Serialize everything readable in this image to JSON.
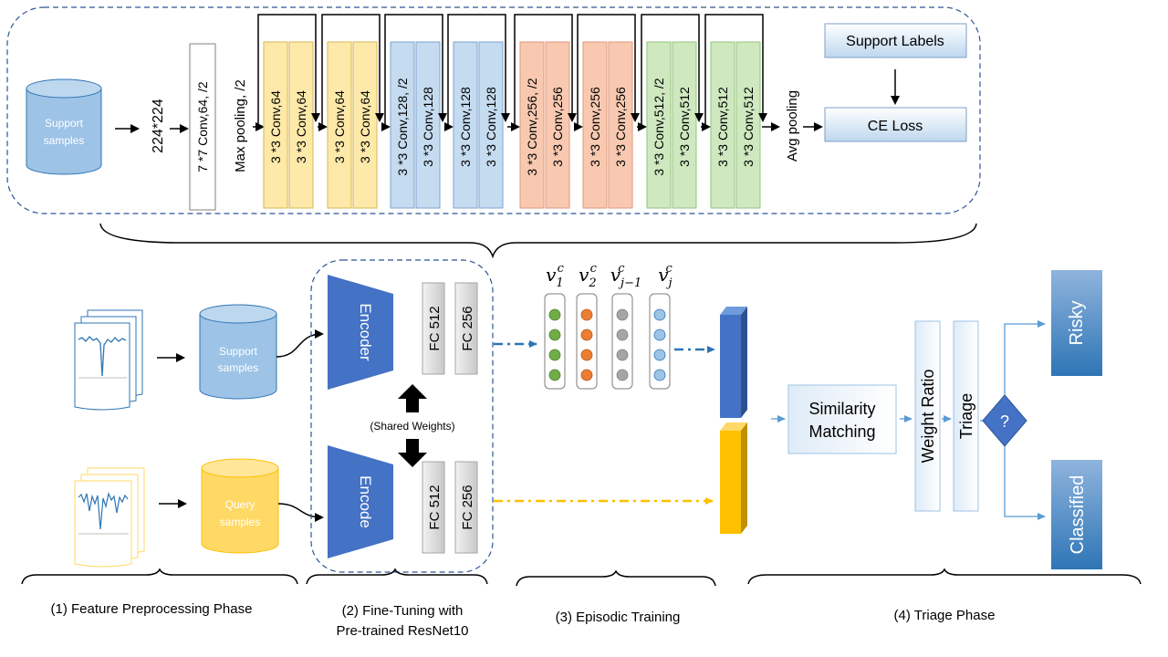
{
  "top": {
    "support_samples": [
      "Support",
      "samples"
    ],
    "input_size": "224*224",
    "conv7": "7 *7 Conv,64, /2",
    "maxpool": "Max pooling, /2",
    "blocks": [
      [
        "3 *3 Conv,64",
        "3 *3 Conv,64"
      ],
      [
        "3 *3 Conv,64",
        "3 *3 Conv,64"
      ],
      [
        "3 *3 Conv,128, /2",
        "3 *3 Conv,128"
      ],
      [
        "3 *3 Conv,128",
        "3 *3 Conv,128"
      ],
      [
        "3 *3 Conv,256, /2",
        "3 *3 Conv,256"
      ],
      [
        "3 *3 Conv,256",
        "3 *3 Conv,256"
      ],
      [
        "3 *3 Conv,512, /2",
        "3 *3 Conv,512"
      ],
      [
        "3 *3 Conv,512",
        "3 *3 Conv,512"
      ]
    ],
    "block_colors": [
      "#fde9a9",
      "#fde9a9",
      "#c5dbf0",
      "#c5dbf0",
      "#f8c9b0",
      "#f8c9b0",
      "#cfe8bf",
      "#cfe8bf"
    ],
    "avg_pooling": "Avg pooling",
    "support_labels": "Support Labels",
    "ce_loss": "CE Loss"
  },
  "phase1": {
    "support_samples": [
      "Support",
      "samples"
    ],
    "query_samples": [
      "Query",
      "samples"
    ],
    "label": "(1) Feature Preprocessing Phase"
  },
  "phase2": {
    "encoder_top": "Encoder",
    "encoder_bottom": "Encode",
    "fc512": "FC 512",
    "fc256": "FC 256",
    "shared_weights": "(Shared Weights)",
    "label_line1": "(2) Fine-Tuning with",
    "label_line2": "Pre-trained ResNet10"
  },
  "phase3": {
    "vectors": [
      {
        "base": "v",
        "sub": "1",
        "sup": "c"
      },
      {
        "base": "v",
        "sub": "2",
        "sup": "c"
      },
      {
        "base": "v",
        "sub": "j−1",
        "sup": "c"
      },
      {
        "base": "v",
        "sub": "j",
        "sup": "c"
      }
    ],
    "label": "(3) Episodic Training"
  },
  "phase4": {
    "similarity": [
      "Similarity",
      "Matching"
    ],
    "weight_ratio": "Weight Ratio",
    "triage": "Triage",
    "decision": "?",
    "risky": "Risky",
    "classified": "Classified",
    "label": "(4) Triage Phase"
  },
  "colors": {
    "blue_dark": "#4472c4",
    "cylinder_blue": "#9dc3e6",
    "cylinder_yellow": "#ffd966",
    "yellow_bar": "#ffc000",
    "dot_green": "#70ad47",
    "dot_orange": "#ed7d31",
    "dot_gray": "#a5a5a5",
    "dot_lightblue": "#9dc3e6",
    "border_dashed": "#2f5597"
  }
}
